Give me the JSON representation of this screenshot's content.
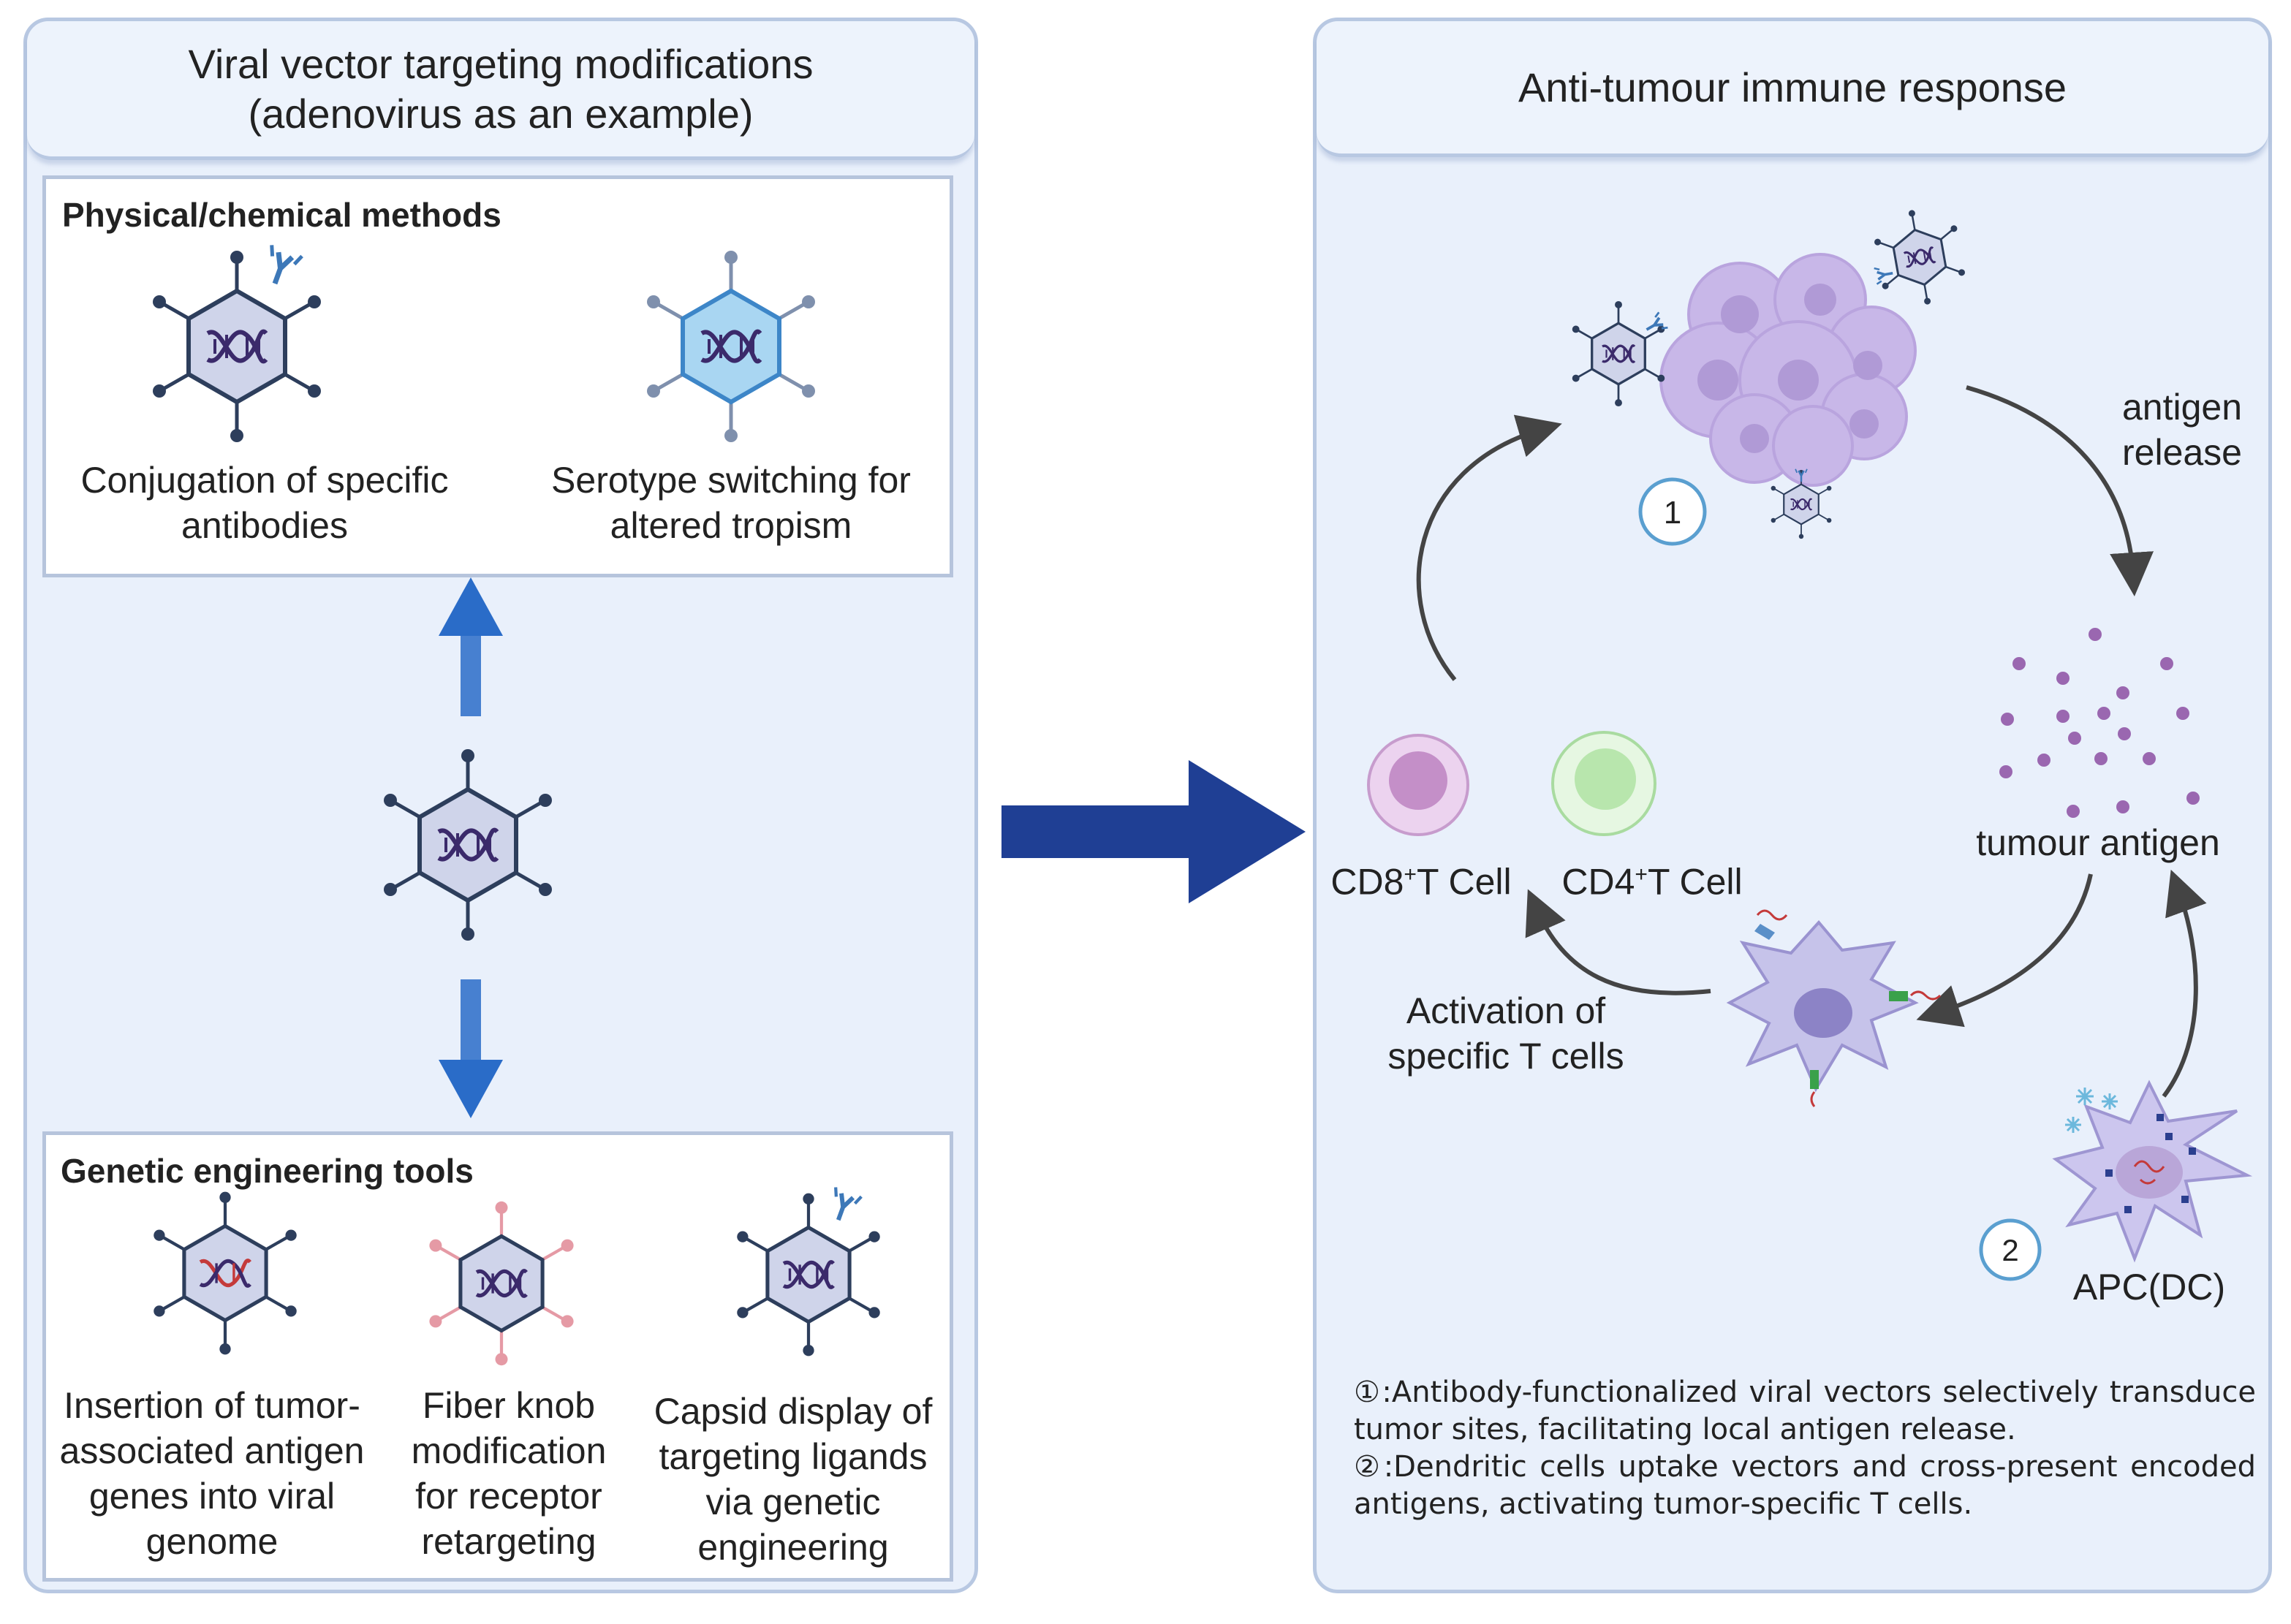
{
  "left_panel": {
    "title": "Viral vector targeting modifications\n(adenovirus as an example)",
    "physical": {
      "title": "Physical/chemical methods",
      "items": [
        {
          "label": "Conjugation of specific\nantibodies"
        },
        {
          "label": "Serotype switching for\naltered tropism"
        }
      ]
    },
    "genetic": {
      "title": "Genetic engineering tools",
      "items": [
        {
          "label": "Insertion of tumor-\nassociated antigen\ngenes into viral\ngenome"
        },
        {
          "label": "Fiber knob\nmodification\nfor receptor\nretargeting"
        },
        {
          "label": "Capsid display of\ntargeting ligands\nvia genetic\nengineering"
        }
      ]
    }
  },
  "right_panel": {
    "title": "Anti-tumour immune response",
    "labels": {
      "antigen_release": "antigen\nrelease",
      "tumour_antigen": "tumour antigen",
      "cd8": "CD8",
      "cd4": "CD4",
      "t_sup": "+",
      "t_cell": "T Cell",
      "activation": "Activation of\nspecific T cells",
      "apc": "APC(DC)",
      "step1": "1",
      "step2": "2"
    },
    "notes": [
      "①:Antibody-functionalized viral vectors selectively transduce tumor sites, facilitating local antigen release.",
      "②:Dendritic cells uptake vectors and cross-present encoded antigens, activating tumor-specific T cells."
    ]
  },
  "colors": {
    "panel_border": "#b8c8e2",
    "panel_fill": "#e9f0fb",
    "big_arrow": "#1f3f94",
    "vertical_arrows": "#2a6cc8",
    "cd8_cell": "#d9b3dc",
    "cd4_cell": "#cfeec9",
    "antigen_dots": "#9a67b0",
    "tumour": "#c8b7e8"
  }
}
